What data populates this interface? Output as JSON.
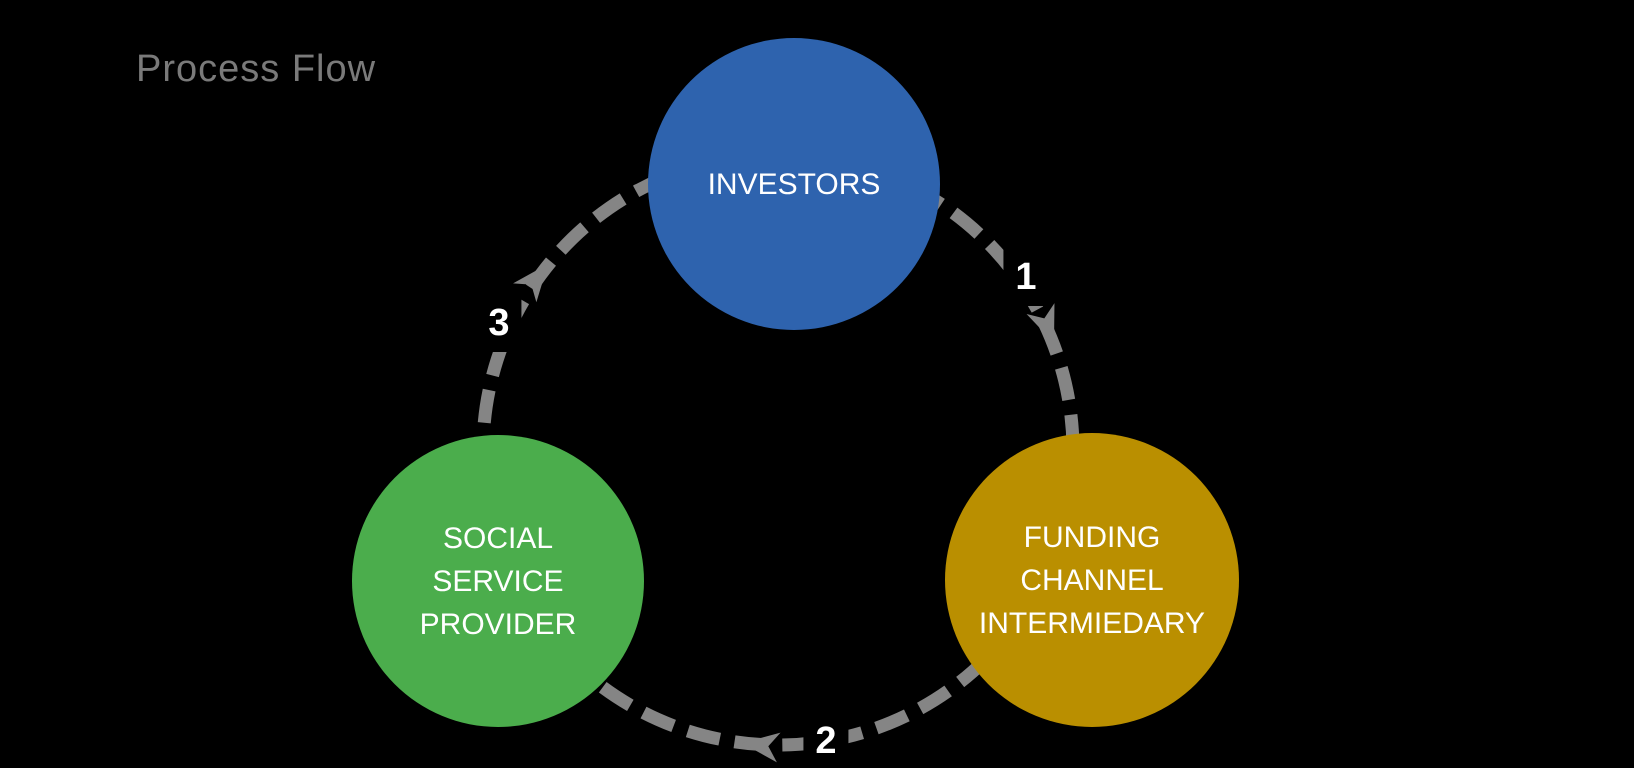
{
  "title": "Process Flow",
  "colors": {
    "background": "#000000",
    "title_text": "#7A7A7A",
    "connector_gray": "#858585",
    "node_text": "#FFFFFF",
    "step_number_text": "#FFFFFF",
    "investors_blue": "#2E63AE",
    "social_service_green": "#4BAD4C",
    "funding_gold": "#BA8F00"
  },
  "diagram": {
    "type": "cycle",
    "connector_style": "dashed gray ring with stealth arrowheads, clockwise",
    "nodes": [
      {
        "id": "investors",
        "label": "INVESTORS",
        "color": "#2E63AE"
      },
      {
        "id": "funding-channel-intermiedary",
        "label": "FUNDING\nCHANNEL\nINTERMIEDARY",
        "color": "#BA8F00"
      },
      {
        "id": "social-service-provider",
        "label": "SOCIAL\nSERVICE\nPROVIDER",
        "color": "#4BAD4C"
      }
    ],
    "steps": [
      {
        "number": "1",
        "from": "INVESTORS",
        "to": "FUNDING CHANNEL INTERMIEDARY"
      },
      {
        "number": "2",
        "from": "FUNDING CHANNEL INTERMIEDARY",
        "to": "SOCIAL SERVICE PROVIDER"
      },
      {
        "number": "3",
        "from": "SOCIAL SERVICE PROVIDER",
        "to": "INVESTORS"
      }
    ]
  }
}
